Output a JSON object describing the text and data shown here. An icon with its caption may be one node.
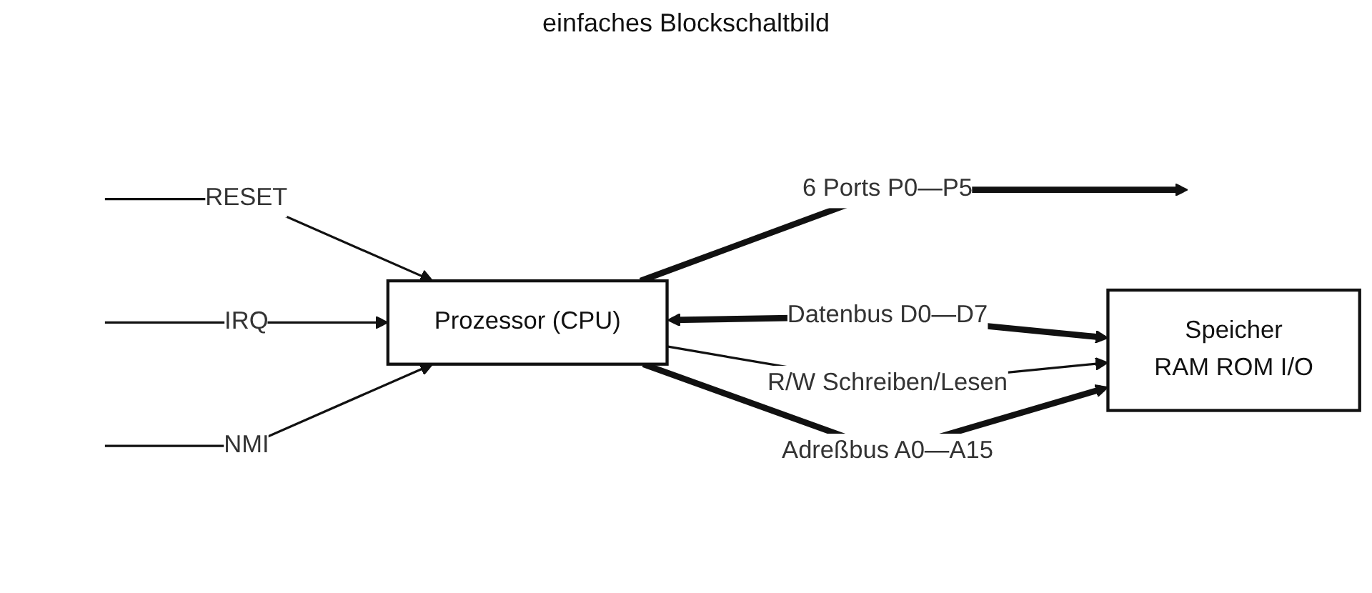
{
  "diagram": {
    "title": "einfaches Blockschaltbild",
    "nodes": [
      {
        "text": [
          "Prozessor (CPU)"
        ]
      },
      {
        "text": [
          "Speicher",
          "RAM ROM I/O"
        ]
      }
    ],
    "edges": [
      {
        "from": null,
        "to": 0,
        "arrow": "to",
        "label": "RESET"
      },
      {
        "from": null,
        "to": 0,
        "arrow": "to",
        "label": "IRQ"
      },
      {
        "from": null,
        "to": 0,
        "arrow": "to",
        "label": "NMI"
      },
      {
        "from": 0,
        "to": null,
        "arrow": "to",
        "label": "6 Ports P0—P5",
        "style": "thick"
      },
      {
        "from": 0,
        "to": 1,
        "arrow": "both",
        "label": "Datenbus D0—D7",
        "style": "thick"
      },
      {
        "from": 0,
        "to": 1,
        "arrow": "to",
        "label": "R/W Schreiben/Lesen"
      },
      {
        "from": 0,
        "to": 1,
        "arrow": "to",
        "label": "Adreßbus A0—A15",
        "style": "thick"
      }
    ]
  }
}
